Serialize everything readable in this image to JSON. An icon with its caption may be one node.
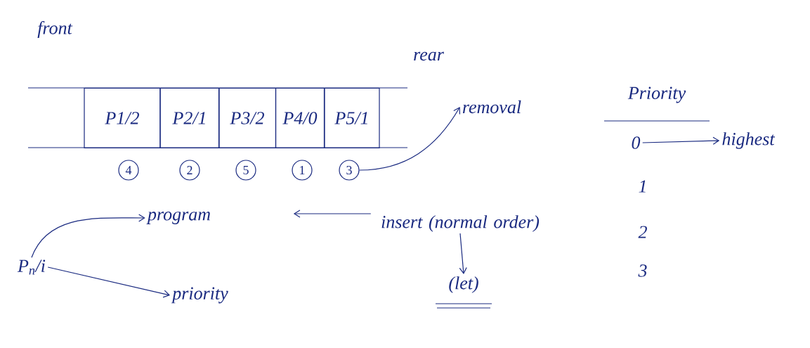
{
  "diagram": {
    "nodes": [
      {
        "text": [
          "P1/2"
        ]
      },
      {
        "text": [
          "P2/1"
        ]
      },
      {
        "text": [
          "P3/2"
        ]
      },
      {
        "text": [
          "P4/0"
        ]
      },
      {
        "text": [
          "P5/1"
        ]
      },
      {
        "text": [
          "4"
        ]
      },
      {
        "text": [
          "2"
        ]
      },
      {
        "text": [
          "5"
        ]
      },
      {
        "text": [
          "1"
        ]
      },
      {
        "text": [
          "3"
        ]
      },
      {
        "text": [
          "removal"
        ]
      },
      {
        "text": [
          "insert (normal order)"
        ]
      },
      {
        "text": [
          "(let)"
        ]
      },
      {
        "text": [
          "P$_{n}$/i"
        ]
      },
      {
        "text": [
          "program"
        ]
      },
      {
        "text": [
          "priority"
        ]
      },
      {
        "text": [
          "0"
        ]
      },
      {
        "text": [
          "highest"
        ]
      }
    ],
    "edges": [
      {
        "from": 9,
        "to": 10,
        "arrow": "to"
      },
      {
        "from": 11,
        "to": null,
        "arrow": "to"
      },
      {
        "from": 11,
        "to": 12,
        "arrow": "to"
      },
      {
        "from": 13,
        "to": 14,
        "arrow": "to"
      },
      {
        "from": 13,
        "to": 15,
        "arrow": "to"
      },
      {
        "from": 16,
        "to": 17,
        "arrow": "to"
      }
    ],
    "labels": [
      "front",
      "rear",
      "Priority",
      "1",
      "2",
      "3"
    ]
  }
}
